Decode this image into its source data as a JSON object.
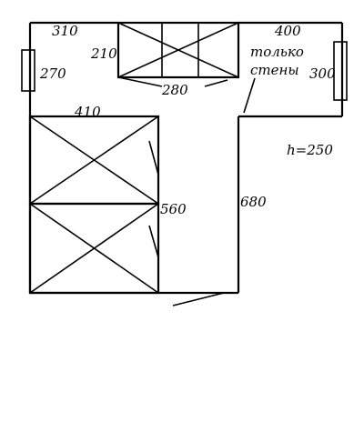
{
  "labels": {
    "top_left_width": "310",
    "left_height": "270",
    "top_unit_height": "210",
    "top_unit_width": "280",
    "top_right_width": "400",
    "note_line1": "только",
    "note_line2": "стены",
    "right_height": "300",
    "ceiling_height": "h=250",
    "large_unit_width": "410",
    "large_unit_height": "560",
    "corridor_length": "680"
  }
}
